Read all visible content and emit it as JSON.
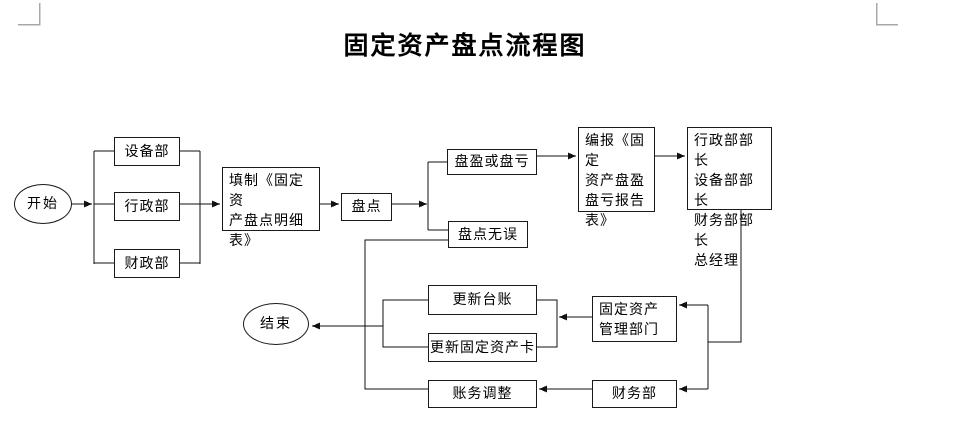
{
  "page": {
    "title": "固定资产盘点流程图"
  },
  "colors": {
    "background": "#ffffff",
    "line": "#111111",
    "text": "#000000",
    "corner_mark": "#a8a8a8"
  },
  "nodes": {
    "start": {
      "label": "开始",
      "shape": "ellipse"
    },
    "equipment_dept": {
      "label": "设备部",
      "shape": "rect"
    },
    "admin_dept": {
      "label": "行政部",
      "shape": "rect"
    },
    "finance_dept_top": {
      "label": "财政部",
      "shape": "rect"
    },
    "fill_detail_table": {
      "label": "填制《固定资\n产盘点明细\n表》",
      "shape": "rect"
    },
    "inventory": {
      "label": "盘点",
      "shape": "rect"
    },
    "surplus_or_deficit": {
      "label": "盘盈或盘亏",
      "shape": "rect"
    },
    "inventory_correct": {
      "label": "盘点无误",
      "shape": "rect"
    },
    "report_table": {
      "label": "编报《固定\n资产盘盈\n盘亏报告\n表》",
      "shape": "rect"
    },
    "approvers": {
      "label": "行政部部长\n设备部部长\n财务部部长\n总经理",
      "shape": "rect"
    },
    "asset_mgmt_dept": {
      "label": "固定资产\n管理部门",
      "shape": "rect"
    },
    "update_ledger": {
      "label": "更新台账",
      "shape": "rect"
    },
    "update_asset_card": {
      "label": "更新固定资产卡",
      "shape": "rect"
    },
    "account_adjustment": {
      "label": "账务调整",
      "shape": "rect"
    },
    "finance_dept_bottom": {
      "label": "财务部",
      "shape": "rect"
    },
    "end": {
      "label": "结束",
      "shape": "ellipse"
    }
  }
}
